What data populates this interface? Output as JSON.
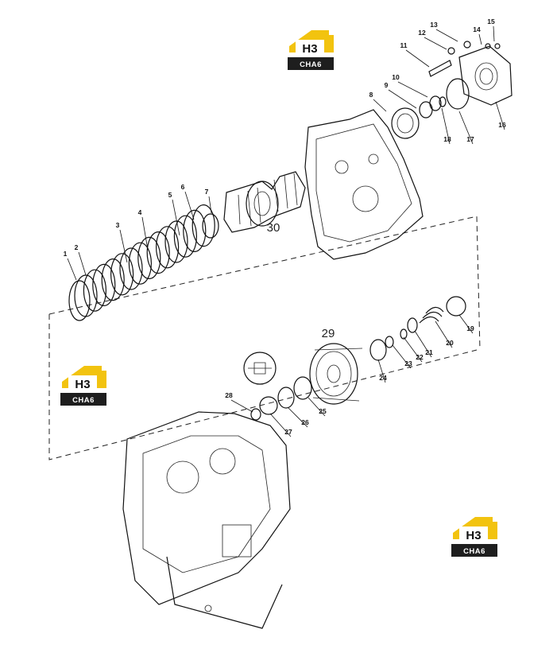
{
  "diagram": {
    "callouts": [
      "1",
      "2",
      "3",
      "4",
      "5",
      "6",
      "7",
      "8",
      "9",
      "10",
      "11",
      "12",
      "13",
      "14",
      "15",
      "16",
      "17",
      "18",
      "19",
      "20",
      "21",
      "22",
      "23",
      "24",
      "25",
      "26",
      "27",
      "28"
    ],
    "section_labels": [
      "29",
      "30"
    ]
  },
  "watermark": {
    "line1": "H3",
    "line2": "CHA6",
    "colors": {
      "yellow": "#f2c30f",
      "dark": "#1e1e1e"
    }
  }
}
